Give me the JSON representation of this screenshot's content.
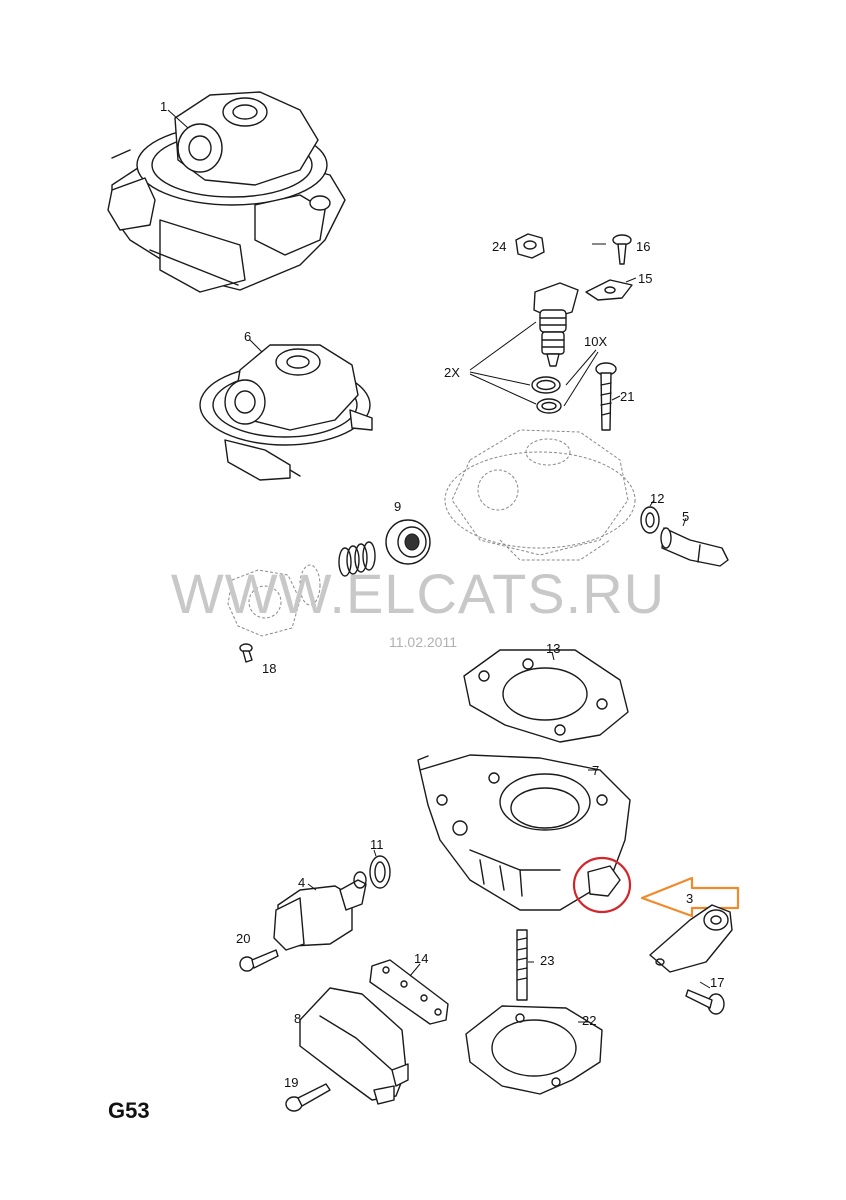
{
  "diagram": {
    "code": "G53",
    "watermark": "WWW.ELCATS.RU",
    "watermark_date": "11.02.2011",
    "highlight_color": "#d4252a",
    "arrow_color": "#f08a2a",
    "callouts": {
      "c1": "1",
      "c2x": "2X",
      "c3": "3",
      "c4": "4",
      "c5": "5",
      "c6": "6",
      "c7": "7",
      "c8": "8",
      "c9": "9",
      "c10x": "10X",
      "c11": "11",
      "c12": "12",
      "c13": "13",
      "c14": "14",
      "c15": "15",
      "c16": "16",
      "c17": "17",
      "c18": "18",
      "c19": "19",
      "c20": "20",
      "c21": "21",
      "c22": "22",
      "c23": "23",
      "c24": "24"
    }
  }
}
